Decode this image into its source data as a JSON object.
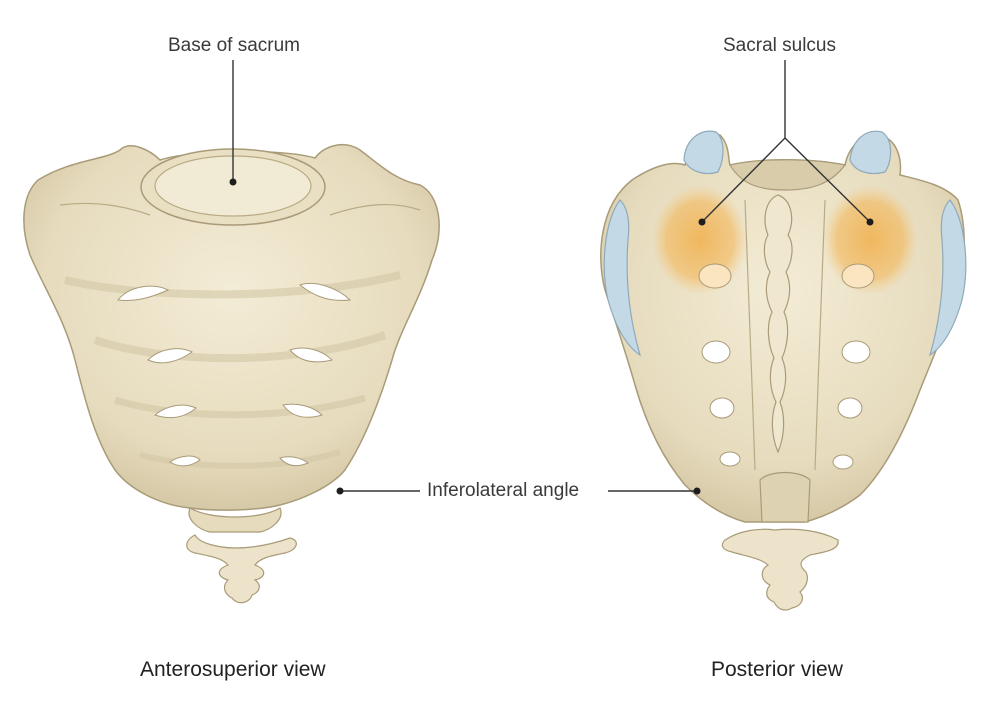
{
  "labels": {
    "base_of_sacrum": "Base of sacrum",
    "sacral_sulcus": "Sacral sulcus",
    "inferolateral_angle": "Inferolateral angle"
  },
  "captions": {
    "left": "Anterosuperior view",
    "right": "Posterior view"
  },
  "colors": {
    "bone": "#ece3ca",
    "bone_shadow": "#cfc3a2",
    "bone_outline": "#a99b78",
    "foramen": "#ffffff",
    "cartilage": "#c3d9e6",
    "highlight": "#f0b44c",
    "leader": "#333333"
  }
}
